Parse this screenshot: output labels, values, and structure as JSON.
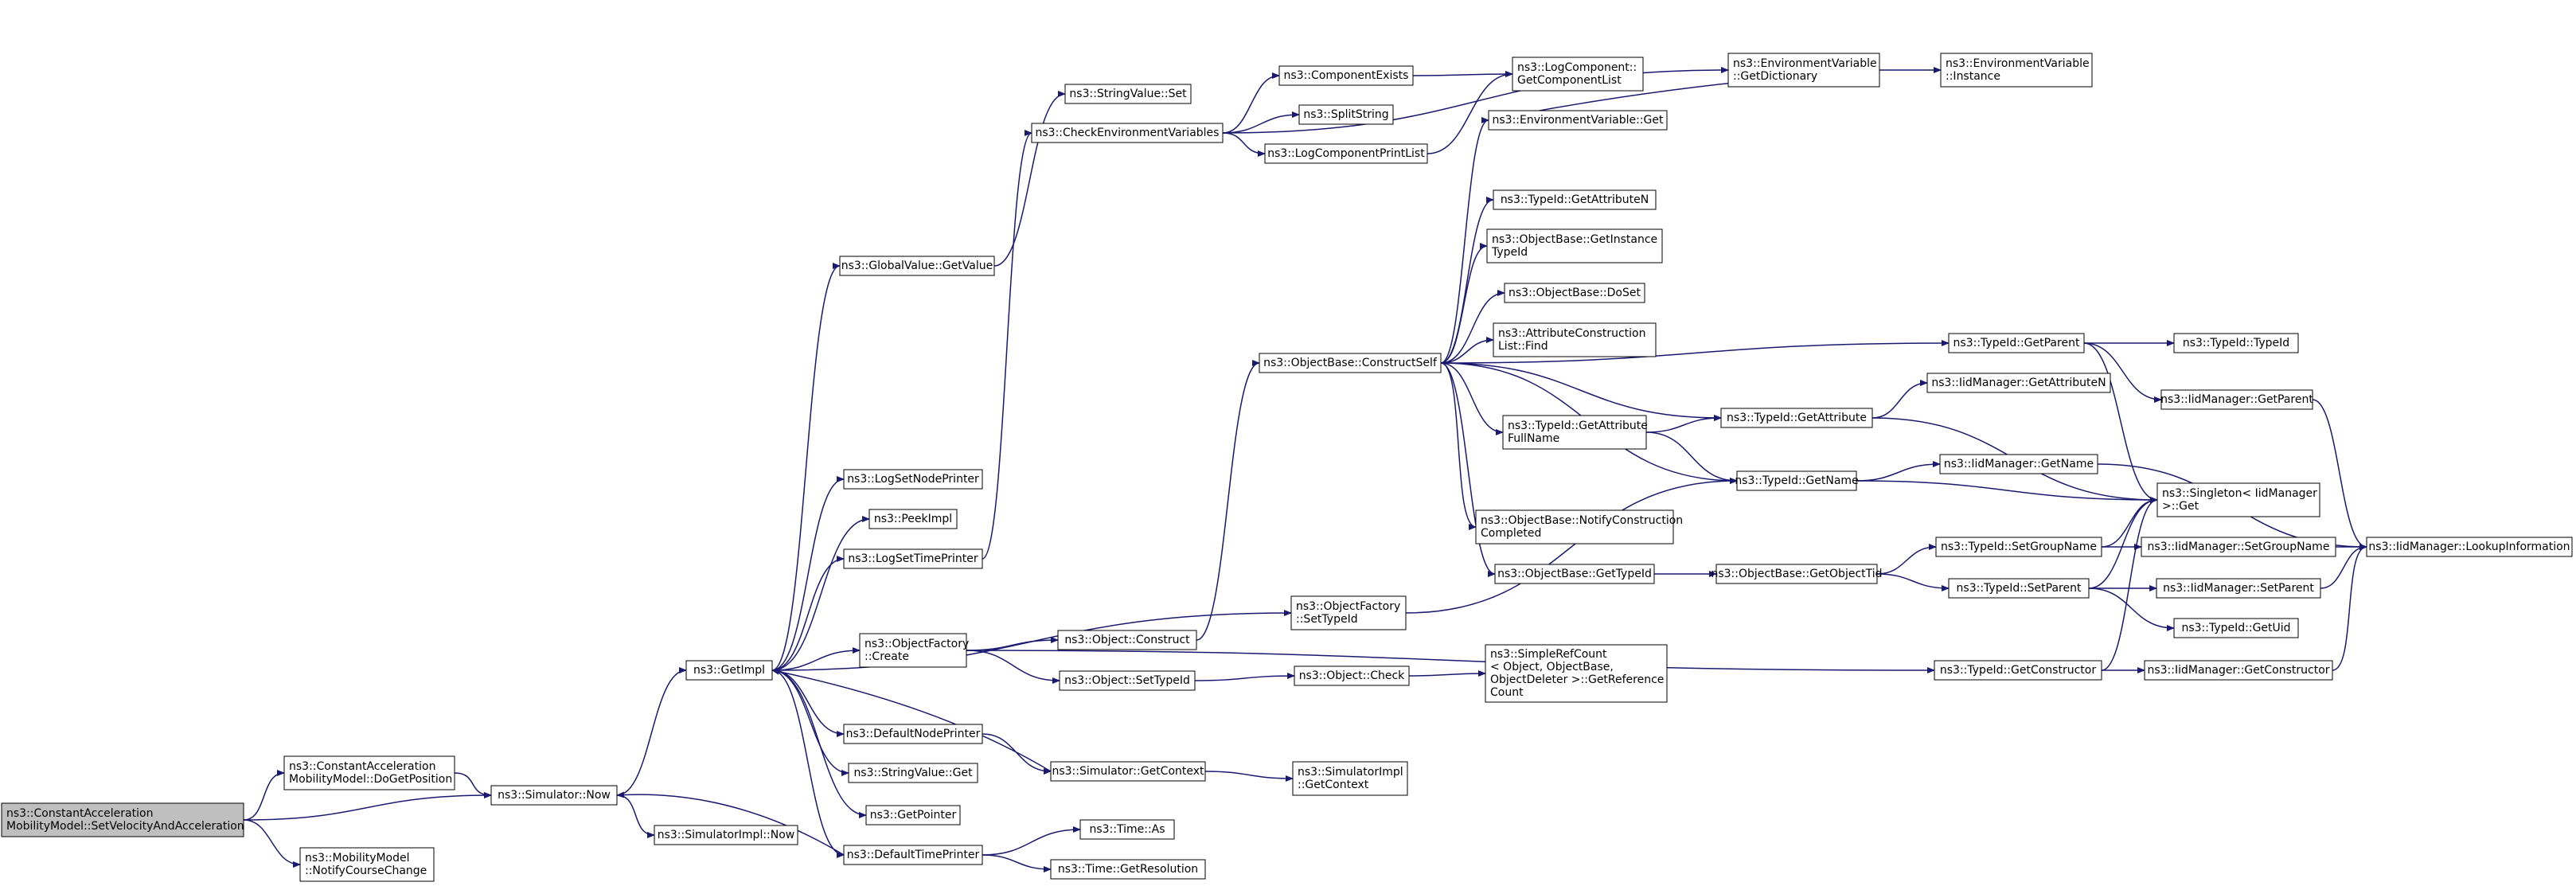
{
  "colors": {
    "edge": "#191970",
    "node_border": "#000000",
    "node_fill": "#ffffff",
    "root_fill": "#bfbfbf"
  },
  "nodes": [
    {
      "id": "root",
      "lines": [
        "ns3::ConstantAcceleration",
        "MobilityModel::SetVelocityAndAcceleration"
      ],
      "root": true
    },
    {
      "id": "doGetPosition",
      "lines": [
        "ns3::ConstantAcceleration",
        "MobilityModel::DoGetPosition"
      ]
    },
    {
      "id": "notifyCourseChange",
      "lines": [
        "ns3::MobilityModel",
        "::NotifyCourseChange"
      ]
    },
    {
      "id": "simNow",
      "lines": [
        "ns3::Simulator::Now"
      ]
    },
    {
      "id": "simImplNow",
      "lines": [
        "ns3::SimulatorImpl::Now"
      ]
    },
    {
      "id": "getImpl",
      "lines": [
        "ns3::GetImpl"
      ]
    },
    {
      "id": "globalGetValue",
      "lines": [
        "ns3::GlobalValue::GetValue"
      ]
    },
    {
      "id": "stringValueSet",
      "lines": [
        "ns3::StringValue::Set"
      ]
    },
    {
      "id": "checkEnvVars",
      "lines": [
        "ns3::CheckEnvironmentVariables"
      ]
    },
    {
      "id": "componentExists",
      "lines": [
        "ns3::ComponentExists"
      ]
    },
    {
      "id": "splitString",
      "lines": [
        "ns3::SplitString"
      ]
    },
    {
      "id": "logComponentPrintList",
      "lines": [
        "ns3::LogComponentPrintList"
      ]
    },
    {
      "id": "getComponentList",
      "lines": [
        "ns3::LogComponent::",
        "GetComponentList"
      ]
    },
    {
      "id": "envGetDictionary",
      "lines": [
        "ns3::EnvironmentVariable",
        "::GetDictionary"
      ]
    },
    {
      "id": "envInstance",
      "lines": [
        "ns3::EnvironmentVariable",
        "::Instance"
      ]
    },
    {
      "id": "envGet",
      "lines": [
        "ns3::EnvironmentVariable::Get"
      ]
    },
    {
      "id": "logSetNodePrinter",
      "lines": [
        "ns3::LogSetNodePrinter"
      ]
    },
    {
      "id": "peekImpl",
      "lines": [
        "ns3::PeekImpl"
      ]
    },
    {
      "id": "logSetTimePrinter",
      "lines": [
        "ns3::LogSetTimePrinter"
      ]
    },
    {
      "id": "objectFactoryCreate",
      "lines": [
        "ns3::ObjectFactory",
        "::Create"
      ]
    },
    {
      "id": "defaultNodePrinter",
      "lines": [
        "ns3::DefaultNodePrinter"
      ]
    },
    {
      "id": "stringValueGet",
      "lines": [
        "ns3::StringValue::Get"
      ]
    },
    {
      "id": "getPointer",
      "lines": [
        "ns3::GetPointer"
      ]
    },
    {
      "id": "defaultTimePrinter",
      "lines": [
        "ns3::DefaultTimePrinter"
      ]
    },
    {
      "id": "objectConstruct",
      "lines": [
        "ns3::Object::Construct"
      ]
    },
    {
      "id": "objectSetTypeId",
      "lines": [
        "ns3::Object::SetTypeId"
      ]
    },
    {
      "id": "simGetContext",
      "lines": [
        "ns3::Simulator::GetContext"
      ]
    },
    {
      "id": "timeAs",
      "lines": [
        "ns3::Time::As"
      ]
    },
    {
      "id": "timeGetResolution",
      "lines": [
        "ns3::Time::GetResolution"
      ]
    },
    {
      "id": "objectFactorySetTypeId",
      "lines": [
        "ns3::ObjectFactory",
        "::SetTypeId"
      ]
    },
    {
      "id": "objectCheck",
      "lines": [
        "ns3::Object::Check"
      ]
    },
    {
      "id": "simImplGetContext",
      "lines": [
        "ns3::SimulatorImpl",
        "::GetContext"
      ]
    },
    {
      "id": "constructSelf",
      "lines": [
        "ns3::ObjectBase::ConstructSelf"
      ]
    },
    {
      "id": "getAttributeN",
      "lines": [
        "ns3::TypeId::GetAttributeN"
      ]
    },
    {
      "id": "getInstanceTypeId",
      "lines": [
        "ns3::ObjectBase::GetInstance",
        "TypeId"
      ]
    },
    {
      "id": "doSet",
      "lines": [
        "ns3::ObjectBase::DoSet"
      ]
    },
    {
      "id": "attrListFind",
      "lines": [
        "ns3::AttributeConstruction",
        "List::Find"
      ]
    },
    {
      "id": "getAttributeFullName",
      "lines": [
        "ns3::TypeId::GetAttribute",
        "FullName"
      ]
    },
    {
      "id": "notifyConstructionCompleted",
      "lines": [
        "ns3::ObjectBase::NotifyConstruction",
        "Completed"
      ]
    },
    {
      "id": "objectBaseGetTypeId",
      "lines": [
        "ns3::ObjectBase::GetTypeId"
      ]
    },
    {
      "id": "getReferenceCount",
      "lines": [
        "ns3::SimpleRefCount",
        "< Object, ObjectBase,",
        "ObjectDeleter >::GetReference",
        "Count"
      ]
    },
    {
      "id": "typeIdGetAttribute",
      "lines": [
        "ns3::TypeId::GetAttribute"
      ]
    },
    {
      "id": "typeIdGetName",
      "lines": [
        "ns3::TypeId::GetName"
      ]
    },
    {
      "id": "getObjectTid",
      "lines": [
        "ns3::ObjectBase::GetObjectTid"
      ]
    },
    {
      "id": "typeIdGetParent",
      "lines": [
        "ns3::TypeId::GetParent"
      ]
    },
    {
      "id": "iidGetAttributeN",
      "lines": [
        "ns3::IidManager::GetAttributeN"
      ]
    },
    {
      "id": "iidGetName",
      "lines": [
        "ns3::IidManager::GetName"
      ]
    },
    {
      "id": "typeIdSetGroupName",
      "lines": [
        "ns3::TypeId::SetGroupName"
      ]
    },
    {
      "id": "typeIdSetParent",
      "lines": [
        "ns3::TypeId::SetParent"
      ]
    },
    {
      "id": "typeIdGetConstructor",
      "lines": [
        "ns3::TypeId::GetConstructor"
      ]
    },
    {
      "id": "typeIdTypeId",
      "lines": [
        "ns3::TypeId::TypeId"
      ]
    },
    {
      "id": "iidGetParent",
      "lines": [
        "ns3::IidManager::GetParent"
      ]
    },
    {
      "id": "singletonGet",
      "lines": [
        "ns3::Singleton< IidManager",
        ">::Get"
      ]
    },
    {
      "id": "iidSetGroupName",
      "lines": [
        "ns3::IidManager::SetGroupName"
      ]
    },
    {
      "id": "iidSetParent",
      "lines": [
        "ns3::IidManager::SetParent"
      ]
    },
    {
      "id": "typeIdGetUid",
      "lines": [
        "ns3::TypeId::GetUid"
      ]
    },
    {
      "id": "iidGetConstructor",
      "lines": [
        "ns3::IidManager::GetConstructor"
      ]
    },
    {
      "id": "iidLookupInformation",
      "lines": [
        "ns3::IidManager::LookupInformation"
      ]
    }
  ],
  "edges": [
    [
      "root",
      "doGetPosition"
    ],
    [
      "root",
      "simNow"
    ],
    [
      "root",
      "notifyCourseChange"
    ],
    [
      "doGetPosition",
      "simNow"
    ],
    [
      "simNow",
      "getImpl"
    ],
    [
      "simNow",
      "simImplNow"
    ],
    [
      "getImpl",
      "globalGetValue"
    ],
    [
      "getImpl",
      "logSetNodePrinter"
    ],
    [
      "getImpl",
      "peekImpl"
    ],
    [
      "getImpl",
      "logSetTimePrinter"
    ],
    [
      "getImpl",
      "objectFactoryCreate"
    ],
    [
      "getImpl",
      "objectFactorySetTypeId"
    ],
    [
      "getImpl",
      "defaultNodePrinter"
    ],
    [
      "getImpl",
      "stringValueGet"
    ],
    [
      "getImpl",
      "getPointer"
    ],
    [
      "getImpl",
      "defaultTimePrinter"
    ],
    [
      "globalGetValue",
      "stringValueSet"
    ],
    [
      "logSetTimePrinter",
      "checkEnvVars"
    ],
    [
      "checkEnvVars",
      "componentExists"
    ],
    [
      "checkEnvVars",
      "splitString"
    ],
    [
      "checkEnvVars",
      "logComponentPrintList"
    ],
    [
      "checkEnvVars",
      "envGetDictionary"
    ],
    [
      "componentExists",
      "getComponentList"
    ],
    [
      "logComponentPrintList",
      "getComponentList"
    ],
    [
      "envGetDictionary",
      "envInstance"
    ],
    [
      "envGet",
      "envGetDictionary"
    ],
    [
      "objectFactoryCreate",
      "objectConstruct"
    ],
    [
      "objectFactoryCreate",
      "objectSetTypeId"
    ],
    [
      "objectFactoryCreate",
      "typeIdGetConstructor"
    ],
    [
      "objectConstruct",
      "constructSelf"
    ],
    [
      "objectSetTypeId",
      "objectCheck"
    ],
    [
      "objectCheck",
      "getReferenceCount"
    ],
    [
      "defaultNodePrinter",
      "simGetContext"
    ],
    [
      "simGetContext",
      "getImpl"
    ],
    [
      "simGetContext",
      "simImplGetContext"
    ],
    [
      "defaultTimePrinter",
      "simNow"
    ],
    [
      "defaultTimePrinter",
      "timeAs"
    ],
    [
      "defaultTimePrinter",
      "timeGetResolution"
    ],
    [
      "objectFactorySetTypeId",
      "typeIdGetName"
    ],
    [
      "constructSelf",
      "envGet"
    ],
    [
      "constructSelf",
      "getAttributeN"
    ],
    [
      "constructSelf",
      "getInstanceTypeId"
    ],
    [
      "constructSelf",
      "doSet"
    ],
    [
      "constructSelf",
      "attrListFind"
    ],
    [
      "constructSelf",
      "typeIdGetParent"
    ],
    [
      "constructSelf",
      "typeIdGetAttribute"
    ],
    [
      "constructSelf",
      "getAttributeFullName"
    ],
    [
      "constructSelf",
      "typeIdGetName"
    ],
    [
      "constructSelf",
      "notifyConstructionCompleted"
    ],
    [
      "constructSelf",
      "objectBaseGetTypeId"
    ],
    [
      "getAttributeFullName",
      "typeIdGetAttribute"
    ],
    [
      "getAttributeFullName",
      "typeIdGetName"
    ],
    [
      "objectBaseGetTypeId",
      "getObjectTid"
    ],
    [
      "getObjectTid",
      "typeIdSetGroupName"
    ],
    [
      "getObjectTid",
      "typeIdSetParent"
    ],
    [
      "typeIdGetAttribute",
      "iidGetAttributeN"
    ],
    [
      "typeIdGetAttribute",
      "singletonGet"
    ],
    [
      "typeIdGetName",
      "iidGetName"
    ],
    [
      "typeIdGetName",
      "singletonGet"
    ],
    [
      "typeIdGetParent",
      "typeIdTypeId"
    ],
    [
      "typeIdGetParent",
      "iidGetParent"
    ],
    [
      "typeIdGetParent",
      "singletonGet"
    ],
    [
      "typeIdSetGroupName",
      "singletonGet"
    ],
    [
      "typeIdSetGroupName",
      "iidSetGroupName"
    ],
    [
      "typeIdSetParent",
      "singletonGet"
    ],
    [
      "typeIdSetParent",
      "iidSetParent"
    ],
    [
      "typeIdSetParent",
      "typeIdGetUid"
    ],
    [
      "typeIdGetConstructor",
      "singletonGet"
    ],
    [
      "typeIdGetConstructor",
      "iidGetConstructor"
    ],
    [
      "iidGetParent",
      "iidLookupInformation"
    ],
    [
      "iidGetName",
      "iidLookupInformation"
    ],
    [
      "iidSetGroupName",
      "iidLookupInformation"
    ],
    [
      "iidSetParent",
      "iidLookupInformation"
    ],
    [
      "iidGetConstructor",
      "iidLookupInformation"
    ]
  ]
}
